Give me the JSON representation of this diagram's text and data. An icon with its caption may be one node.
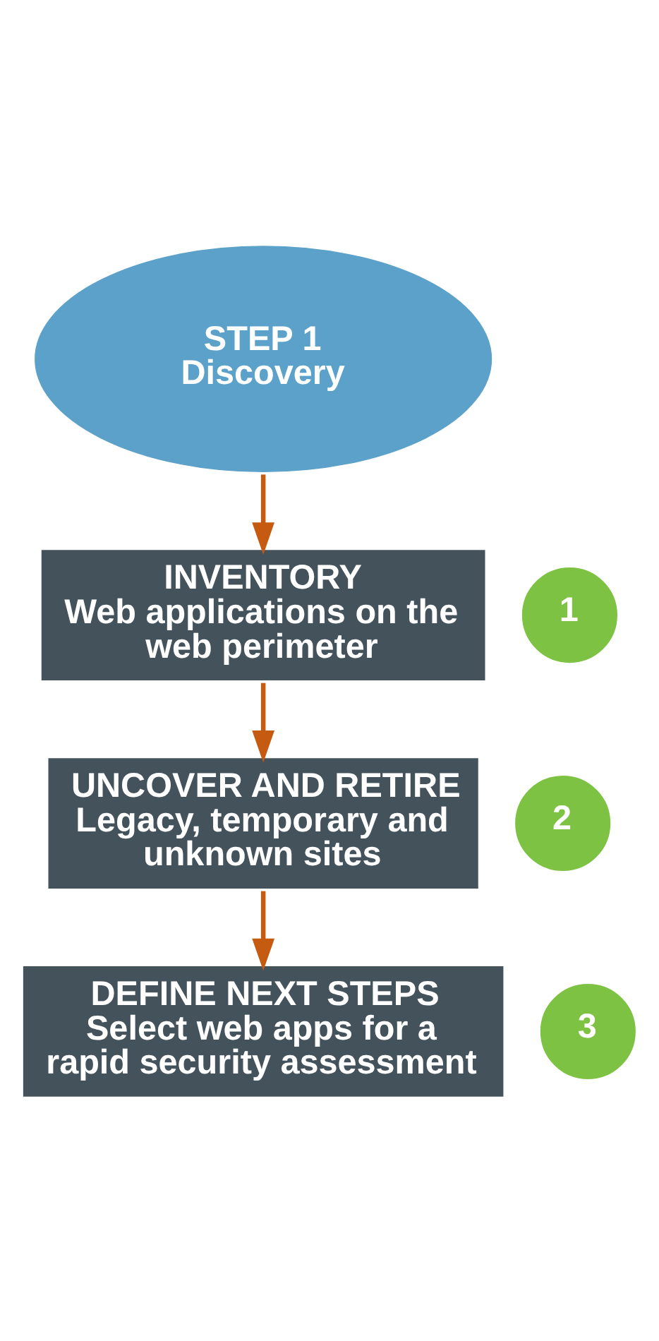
{
  "diagram": {
    "nodes": [
      {
        "text": [
          "STEP 1",
          "Discovery"
        ]
      },
      {
        "text": [
          "1"
        ]
      },
      {
        "text": [
          "INVENTORY",
          "Web applications on the web perimeter"
        ]
      },
      {
        "text": [
          "2"
        ]
      },
      {
        "text": [
          "UNCOVER AND RETIRE",
          "Legacy, temporary and unknown sites"
        ]
      },
      {
        "text": [
          "3"
        ]
      },
      {
        "text": [
          "DEFINE NEXT STEPS",
          "Select web apps for a rapid security assessment"
        ]
      }
    ],
    "edges": [
      {
        "from": 0,
        "to": 2,
        "arrow": "to"
      },
      {
        "from": 2,
        "to": 4,
        "arrow": "to"
      },
      {
        "from": 4,
        "to": 6,
        "arrow": "to"
      }
    ]
  }
}
